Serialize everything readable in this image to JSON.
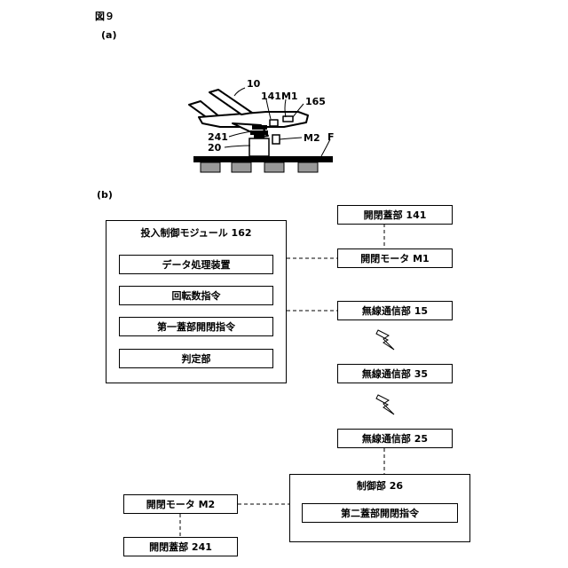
{
  "figure": {
    "number": "図９",
    "part_a": "(a)",
    "part_b": "(b)"
  },
  "drawing_a": {
    "ref_aircraft": "10",
    "ref_lid_motor": "141M1",
    "ref_module": "165",
    "ref_lower_lid": "241",
    "ref_ground_station": "20",
    "ref_motor2": "M2",
    "ref_floor": "F"
  },
  "blocks": {
    "module_frame_title": "投入制御モジュール 162",
    "data_processor": "データ処理装置",
    "rotation_cmd": "回転数指令",
    "first_lid_cmd": "第一蓋部開閉指令",
    "judge": "判定部",
    "lid141": "開閉蓋部 141",
    "motor_m1": "開閉モータ M1",
    "wireless15": "無線通信部 15",
    "wireless35": "無線通信部 35",
    "wireless25": "無線通信部 25",
    "control_frame_title": "制御部 26",
    "second_lid_cmd": "第二蓋部開閉指令",
    "motor_m2": "開閉モータ M2",
    "lid241": "開閉蓋部 241"
  }
}
